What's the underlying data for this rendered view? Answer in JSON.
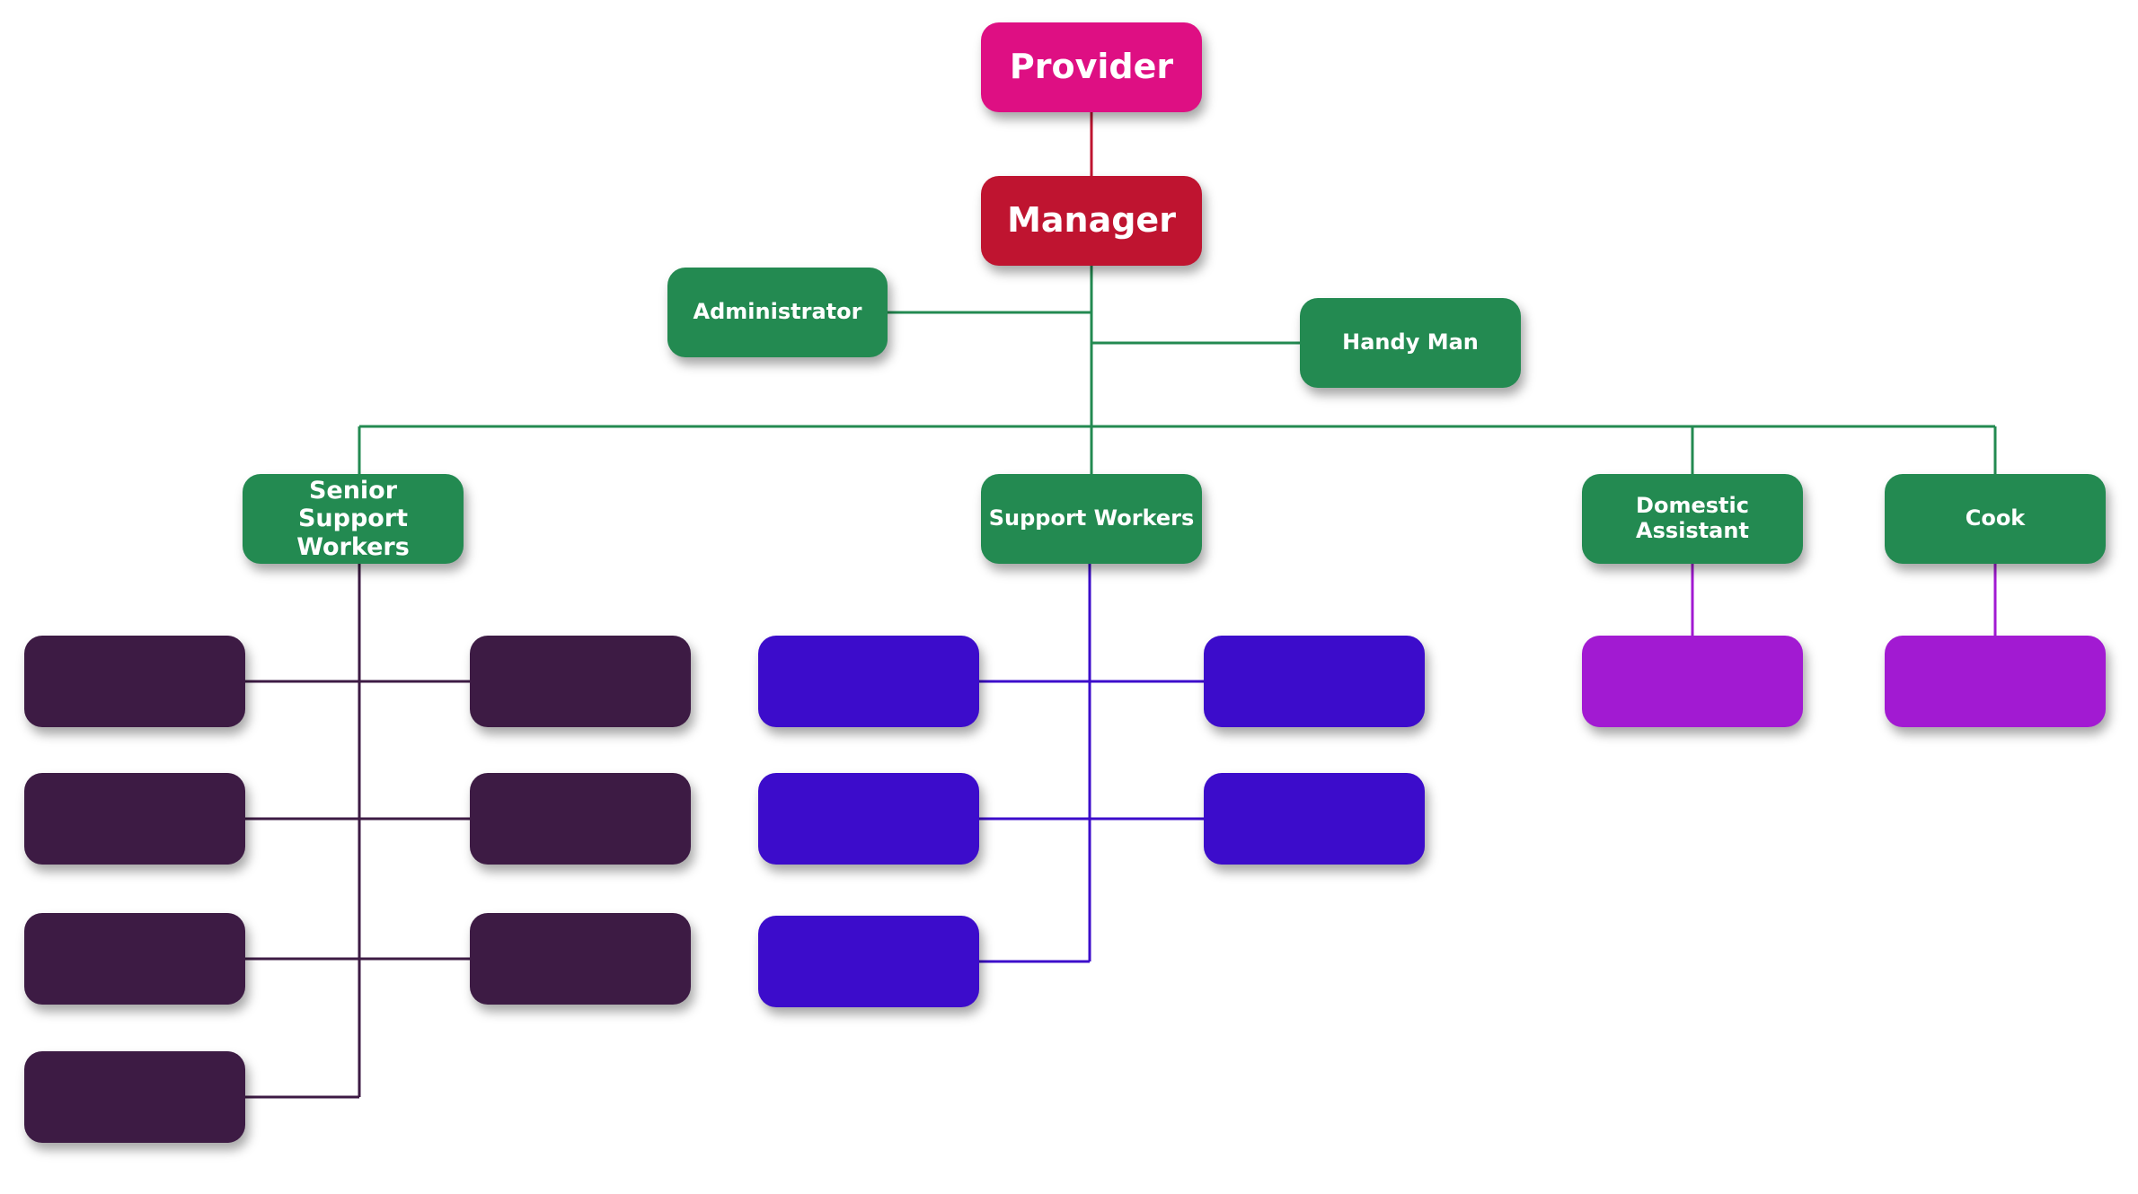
{
  "colors": {
    "provider": "#de0f83",
    "manager": "#bf1430",
    "staff": "#238a51",
    "senior_team": "#3d1b44",
    "support_team": "#3c0ccb",
    "domestic_team": "#a21ad2",
    "line_provider": "#bf1430",
    "line_staff": "#238a51",
    "line_senior": "#3d1b44",
    "line_support": "#3c0ccb",
    "line_domestic": "#a21ad2"
  },
  "nodes": {
    "provider": "Provider",
    "manager": "Manager",
    "administrator": "Administrator",
    "handy_man": "Handy Man",
    "senior_support_workers": "Senior Support Workers",
    "support_workers": "Support Workers",
    "domestic_assistant": "Domestic Assistant",
    "cook": "Cook"
  },
  "teams": {
    "senior_support_workers_members": [
      "",
      "",
      "",
      "",
      "",
      "",
      ""
    ],
    "support_workers_members": [
      "",
      "",
      "",
      "",
      ""
    ],
    "domestic_assistant_members": [
      ""
    ],
    "cook_members": [
      ""
    ]
  }
}
